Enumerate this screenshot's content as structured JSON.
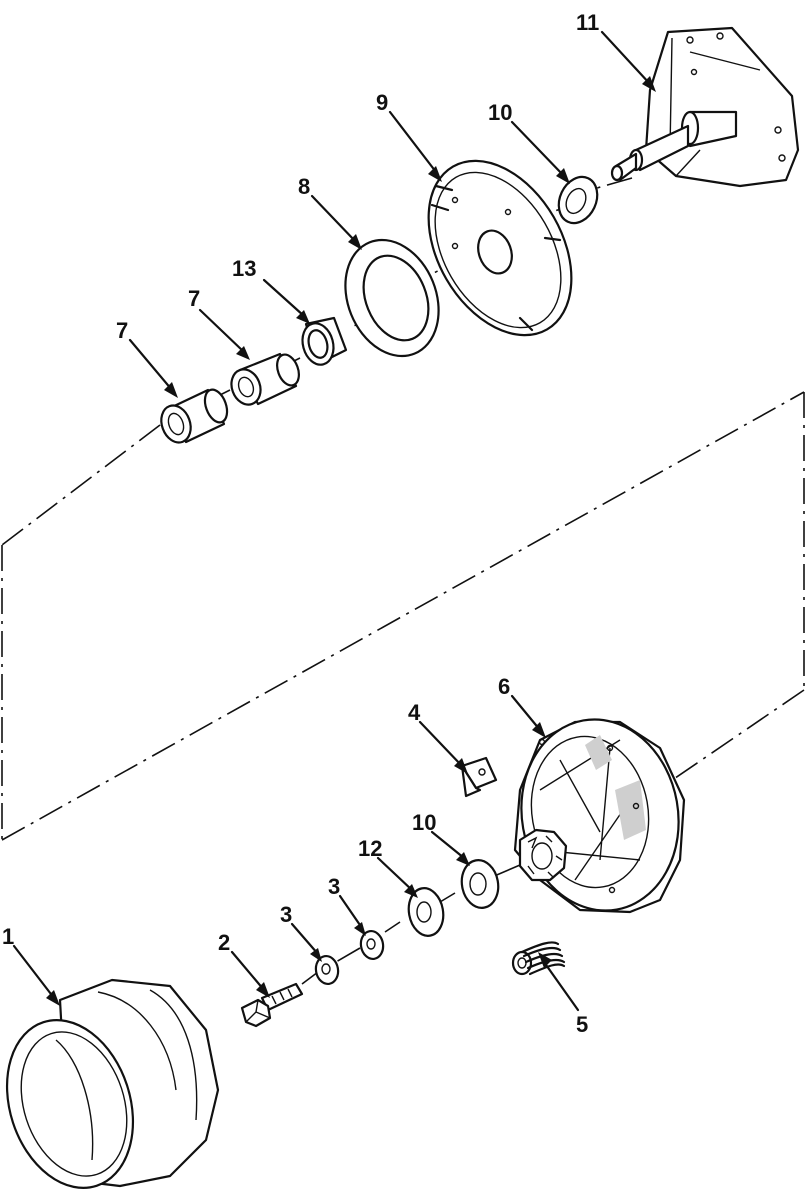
{
  "diagram": {
    "callouts": [
      {
        "id": "c11",
        "label": "11"
      },
      {
        "id": "c9",
        "label": "9"
      },
      {
        "id": "c10a",
        "label": "10"
      },
      {
        "id": "c8",
        "label": "8"
      },
      {
        "id": "c13",
        "label": "13"
      },
      {
        "id": "c7a",
        "label": "7"
      },
      {
        "id": "c7b",
        "label": "7"
      },
      {
        "id": "c6",
        "label": "6"
      },
      {
        "id": "c4",
        "label": "4"
      },
      {
        "id": "c10b",
        "label": "10"
      },
      {
        "id": "c12",
        "label": "12"
      },
      {
        "id": "c3a",
        "label": "3"
      },
      {
        "id": "c3b",
        "label": "3"
      },
      {
        "id": "c2",
        "label": "2"
      },
      {
        "id": "c1",
        "label": "1"
      },
      {
        "id": "c5",
        "label": "5"
      }
    ]
  }
}
